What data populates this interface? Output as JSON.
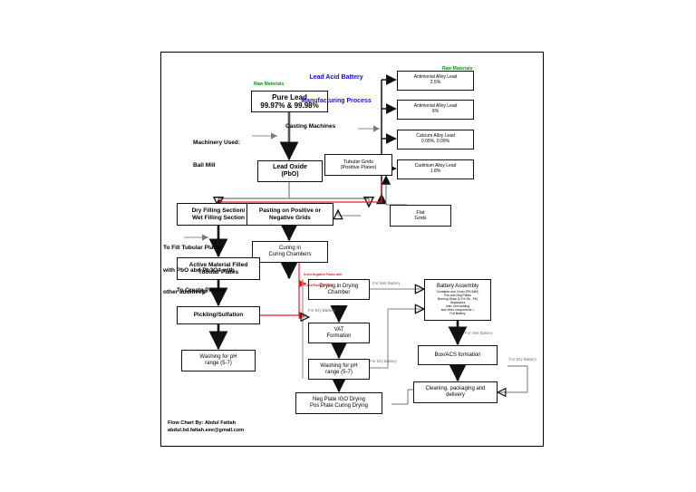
{
  "title": {
    "line1": "Lead Acid Battery",
    "line2": "Manufacturing Process",
    "color": "#1111dd"
  },
  "labels": {
    "raw_materials_left": "Raw Materials",
    "raw_materials_right": "Raw Materials",
    "raw_materials_color": "#00a400",
    "machinery_used_l1": "Machinery Used:",
    "machinery_used_l2": "Ball Mill",
    "casting_machines": "Casting Machines",
    "to_fill_l1": "To Fill Tubular Plates",
    "to_fill_l2": "with PbO abd Pb3O4 with",
    "to_fill_l3": "other additives",
    "to_create": "To Create PbSO4",
    "red_note_l1": "Dried Negative Plates with",
    "red_note_l2": "Cured Positive Plate",
    "red_note_color": "#e02020",
    "for_wet_battery_1": "For Wet Battery",
    "for_dry_battery_1": "For Dry Battery",
    "for_dry_battery_2": "For Dry Battery",
    "for_wet_battery_2": "For Wet Battery",
    "for_dry_battery_3": "For Dry Battery"
  },
  "nodes": {
    "pure_lead": {
      "l1": "Pure Lead",
      "l2": "99.97% & 99.98%"
    },
    "lead_oxide": {
      "l1": "Lead Oxide",
      "l2": "(PbO)"
    },
    "antimonial_25": {
      "l1": "Antimonial Alloy Lead",
      "l2": "2.5%"
    },
    "antimonial_6": {
      "l1": "Antimonial Alloy Lead",
      "l2": "6%"
    },
    "calcium": {
      "l1": "Calcium Alloy Lead",
      "l2": "0.05%, 0.09%"
    },
    "cadmium": {
      "l1": "Cadmium Alloy Lead",
      "l2": "1.8%"
    },
    "tubular_grids": {
      "l1": "Tubular Grids",
      "l2": "(Positive Plates)"
    },
    "flat_grids": {
      "l1": "Flat",
      "l2": "Grids"
    },
    "dry_wet_filling": {
      "l1": "Dry Filling Section/",
      "l2": "Wet Filling Section"
    },
    "pasting": {
      "l1": "Pasting on Positive or",
      "l2": "Negative Grids"
    },
    "curing": {
      "l1": "Curing in",
      "l2": "Curing Chambers"
    },
    "active_material": {
      "l1": "Active Material Filled",
      "l2": "Tubular Plates"
    },
    "pickling": {
      "l1": "Pickling/Sulfation"
    },
    "drying_chamber": {
      "l1": "Drying in Drying",
      "l2": "Chamber"
    },
    "vat_formation": {
      "l1": "VAT",
      "l2": "Formation"
    },
    "washing_left": {
      "l1": "Washing for pH",
      "l2": "range (5-7)"
    },
    "washing_mid": {
      "l1": "Washing for pH",
      "l2": "range (5-7)"
    },
    "neg_pos_drying": {
      "l1": "Neg Plate IGO Drying",
      "l2": "Pos Plate Curing Drying"
    },
    "battery_assembly": {
      "title": "Battery Assembly",
      "l1": "Container and Cover (PE/ABS)",
      "l2": "Pos and Neg Plates",
      "l3": "Burning Strap (3.1% Sb - Pb)",
      "l4": "Separators",
      "l5": "Inter Cell welding",
      "l6": "and other components =",
      "l7": "Full Battery"
    },
    "box_acs": {
      "l1": "Box/ACS formation"
    },
    "cleaning": {
      "l1": "Cleaning, packaging and",
      "l2": "delivery"
    }
  },
  "footer": {
    "line1": "Flow Chart By: Abdul Fattah",
    "line2": "abdul.bd.fattah.eee@gmail.com"
  }
}
